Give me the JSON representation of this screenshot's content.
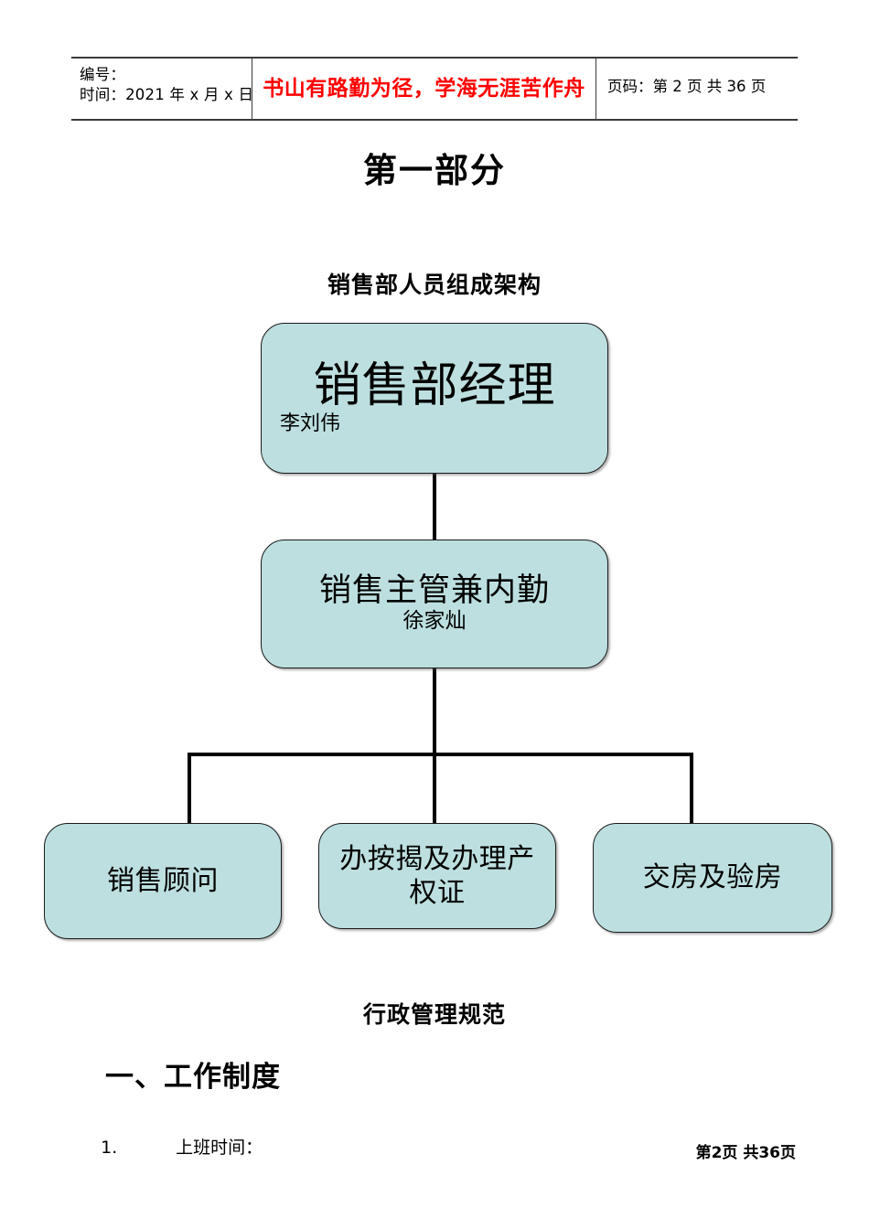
{
  "header": {
    "left_cell": {
      "number_label": "编号：",
      "time_label": "时间：2021 年 x 月 x 日"
    },
    "motto": "书山有路勤为径，学海无涯苦作舟",
    "page_cell": "页码：第 2 页 共 36 页",
    "motto_color": "#ff0000"
  },
  "document": {
    "part_title": "第一部分",
    "chart_title": "销售部人员组成架构",
    "section_title": "行政管理规范",
    "heading_1": "一、工作制度",
    "list_item_1_number": "1.",
    "list_item_1_text": "上班时间：",
    "footer": "第2页 共36页"
  },
  "orgchart": {
    "node_fill": "#bddfe0",
    "node_border": "#1a1a1a",
    "nodes": [
      {
        "id": "manager",
        "role": "销售部经理",
        "person": "李刘伟"
      },
      {
        "id": "supervisor",
        "role": "销售主管兼内勤",
        "person": "徐家灿"
      },
      {
        "id": "consultant",
        "role": "销售顾问",
        "person": ""
      },
      {
        "id": "mortgage",
        "role": "办按揭及办理产权证",
        "person": ""
      },
      {
        "id": "delivery",
        "role": "交房及验房",
        "person": ""
      }
    ]
  }
}
